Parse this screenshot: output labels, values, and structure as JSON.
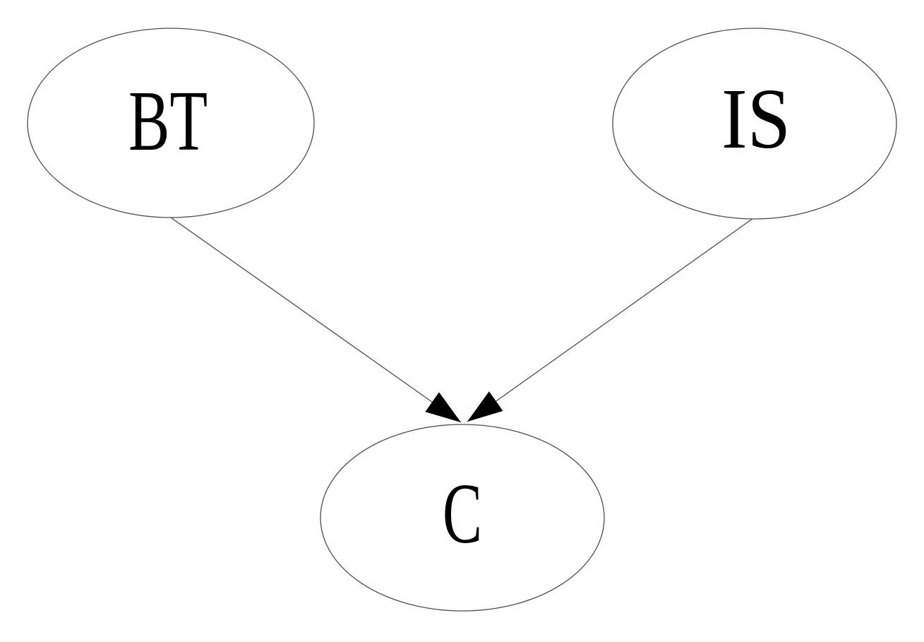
{
  "diagram": {
    "type": "directed-graph",
    "description": "Two parent nodes BT and IS each with an arrow pointing into child node C",
    "nodes": [
      {
        "id": "BT",
        "label": "BT"
      },
      {
        "id": "IS",
        "label": "IS"
      },
      {
        "id": "C",
        "label": "C"
      }
    ],
    "edges": [
      {
        "from": "BT",
        "to": "C",
        "arrowhead": "filled-triangle"
      },
      {
        "from": "IS",
        "to": "C",
        "arrowhead": "filled-triangle"
      }
    ],
    "colors": {
      "background": "#ffffff",
      "node_fill": "#ffffff",
      "node_stroke": "#4d4d4d",
      "edge_stroke": "#4d4d4d",
      "arrowhead_fill": "#000000",
      "label_color": "#000000"
    }
  }
}
